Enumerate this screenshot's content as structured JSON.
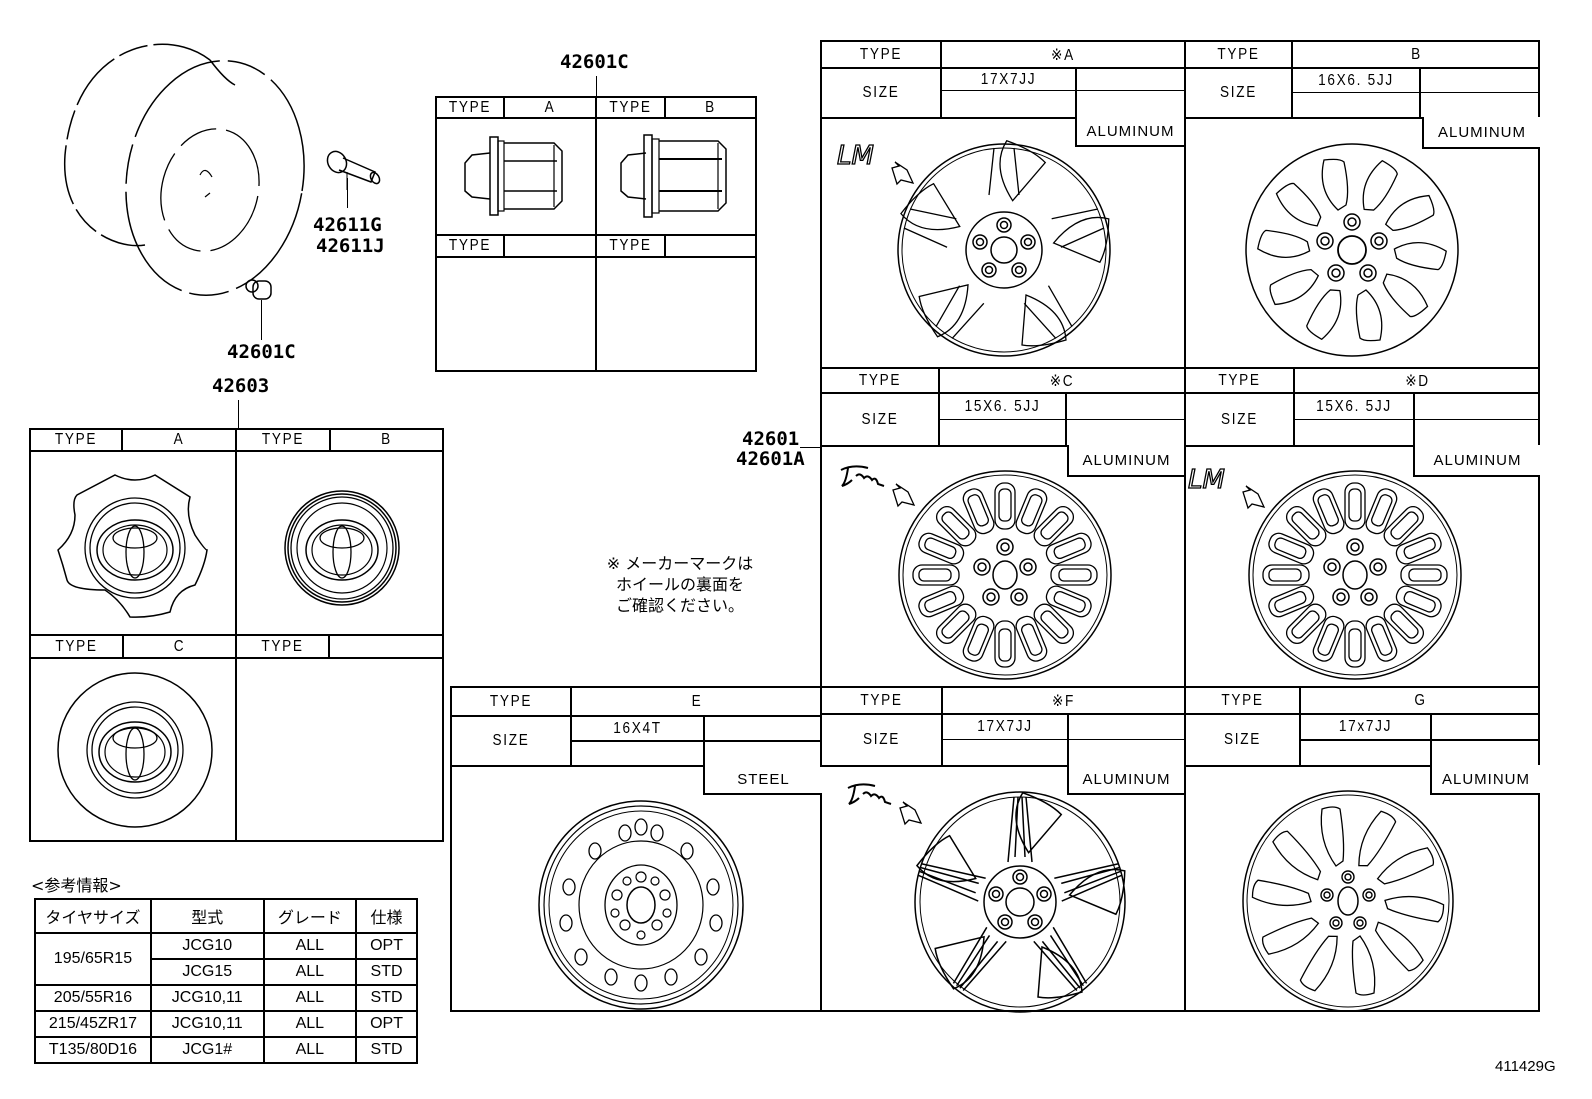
{
  "diagram": {
    "doc_number": "411429G",
    "part_numbers": {
      "lug_nut_top": "42601C",
      "valve_1": "42611G",
      "valve_2": "42611J",
      "lug_nut_left": "42601C",
      "hub_cap": "42603",
      "wheel_1": "42601",
      "wheel_2": "42601A"
    },
    "labels": {
      "type": "TYPE",
      "size": "SIZE"
    },
    "lug_nut_table": [
      {
        "type": "A"
      },
      {
        "type": "B"
      },
      {
        "type": ""
      },
      {
        "type": ""
      }
    ],
    "hub_cap_table": [
      {
        "type": "A"
      },
      {
        "type": "B"
      },
      {
        "type": "C"
      },
      {
        "type": ""
      }
    ],
    "wheels": [
      {
        "type": "※A",
        "size": "17X7JJ",
        "material": "ALUMINUM",
        "maker_mark": "LM"
      },
      {
        "type": "B",
        "size": "16X6. 5JJ",
        "material": "ALUMINUM",
        "maker_mark": ""
      },
      {
        "type": "※C",
        "size": "15X6. 5JJ",
        "material": "ALUMINUM",
        "maker_mark": "script"
      },
      {
        "type": "※D",
        "size": "15X6. 5JJ",
        "material": "ALUMINUM",
        "maker_mark": "LM"
      },
      {
        "type": "E",
        "size": "16X4T",
        "material": "STEEL",
        "maker_mark": ""
      },
      {
        "type": "※F",
        "size": "17X7JJ",
        "material": "ALUMINUM",
        "maker_mark": "script"
      },
      {
        "type": "G",
        "size": "17x7JJ",
        "material": "ALUMINUM",
        "maker_mark": ""
      }
    ],
    "note": {
      "line1": "※ メーカーマークは",
      "line2": "ホイールの裏面を",
      "line3": "ご確認ください。"
    },
    "reference": {
      "title": "<参考情報>",
      "headers": [
        "タイヤサイズ",
        "型式",
        "グレード",
        "仕様"
      ],
      "rows": [
        {
          "tire": "195/65R15",
          "model": "JCG10",
          "grade": "ALL",
          "spec": "OPT"
        },
        {
          "tire": "",
          "model": "JCG15",
          "grade": "ALL",
          "spec": "STD"
        },
        {
          "tire": "205/55R16",
          "model": "JCG10,11",
          "grade": "ALL",
          "spec": "STD"
        },
        {
          "tire": "215/45ZR17",
          "model": "JCG10,11",
          "grade": "ALL",
          "spec": "OPT"
        },
        {
          "tire": "T135/80D16",
          "model": "JCG1#",
          "grade": "ALL",
          "spec": "STD"
        }
      ]
    }
  }
}
